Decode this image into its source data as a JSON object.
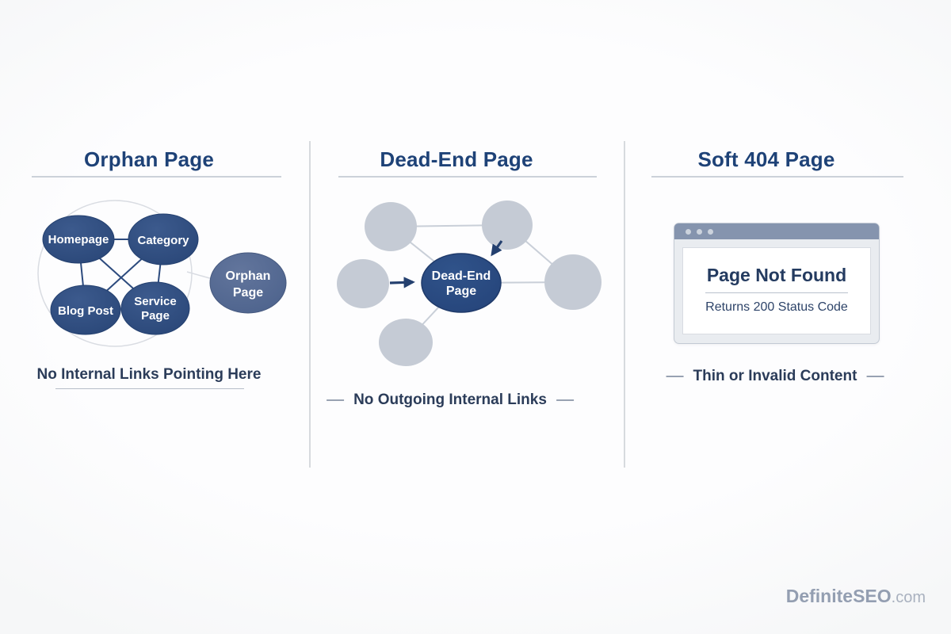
{
  "watermark": {
    "brand": "DefiniteSEO",
    "suffix": ".com"
  },
  "orphan": {
    "title": "Orphan Page",
    "caption": "No Internal Links Pointing Here",
    "nodes": {
      "homepage": "Homepage",
      "category": "Category",
      "blog_post": "Blog Post",
      "service": {
        "line1": "Service",
        "line2": "Page"
      },
      "orphan": {
        "line1": "Orphan",
        "line2": "Page"
      }
    }
  },
  "deadend": {
    "title": "Dead-End Page",
    "caption": "No Outgoing Internal Links",
    "center": {
      "line1": "Dead-End",
      "line2": "Page"
    }
  },
  "soft404": {
    "title": "Soft 404 Page",
    "caption": "Thin or Invalid Content",
    "browser": {
      "heading": "Page Not Found",
      "subtext": "Returns 200 Status Code"
    }
  },
  "colors": {
    "title_navy": "#1e4277",
    "caption_navy": "#2b3c59",
    "node_dark_fill": "#2d4b7e",
    "node_light_fill": "#566b93",
    "node_gray_fill": "#c5cbd5",
    "light_link_line": "#c9cfd8",
    "dark_link_line": "#24406f",
    "browser_bar": "#8594ae",
    "watermark_gray": "#939eb1"
  }
}
